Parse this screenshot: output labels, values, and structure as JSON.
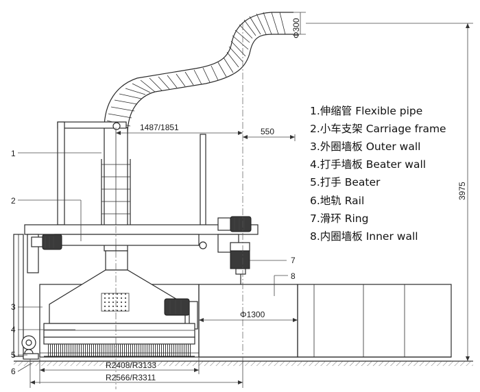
{
  "legend": [
    "1.伸缩管 Flexible pipe",
    "2.小车支架 Carriage frame",
    "3.外圈墙板 Outer wall",
    "4.打手墙板 Beater wall",
    "5.打手 Beater",
    "6.地轨 Rail",
    "7.滑环 Ring",
    "8.内圈墙板 Inner wall"
  ],
  "callouts": [
    "1",
    "2",
    "3",
    "4",
    "5",
    "6",
    "7",
    "8"
  ],
  "dimensions": {
    "pipe_diameter": "Φ300",
    "carriage_span": "1487/1851",
    "right_offset": "550",
    "total_height": "3975",
    "inner_diameter": "Φ1300",
    "radius_inner": "R2408/R3133",
    "radius_outer": "R2566/R3311"
  }
}
